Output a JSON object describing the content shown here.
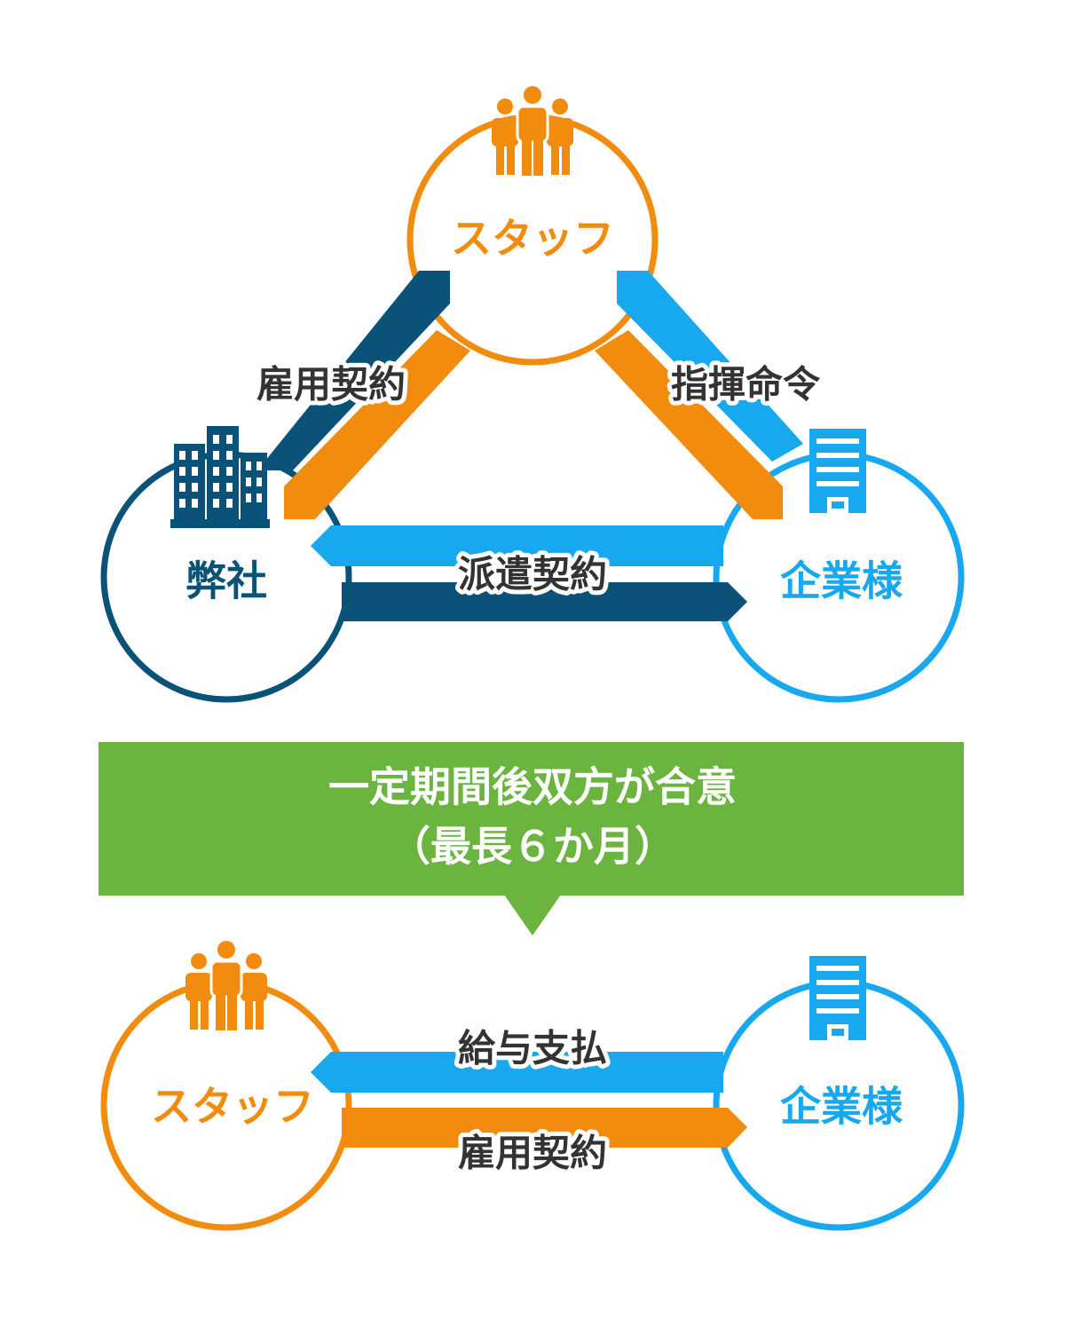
{
  "colors": {
    "orange": "#f28c0f",
    "dark_blue": "#0b5278",
    "light_blue": "#17a8ef",
    "green": "#6bb43f",
    "text": "#333333"
  },
  "top_diagram": {
    "nodes": {
      "staff": "スタッフ",
      "our_company": "弊社",
      "client": "企業様"
    },
    "relations": {
      "employment_contract": "雇用契約",
      "direction_order": "指揮命令",
      "dispatch_contract": "派遣契約"
    }
  },
  "banner": {
    "line1": "一定期間後双方が合意",
    "line2": "（最長６か月）"
  },
  "bottom_diagram": {
    "nodes": {
      "staff": "スタッフ",
      "client": "企業様"
    },
    "relations": {
      "salary_payment": "給与支払",
      "employment_contract": "雇用契約"
    }
  },
  "icons": [
    "people-icon",
    "office-building-icon",
    "building-icon"
  ]
}
